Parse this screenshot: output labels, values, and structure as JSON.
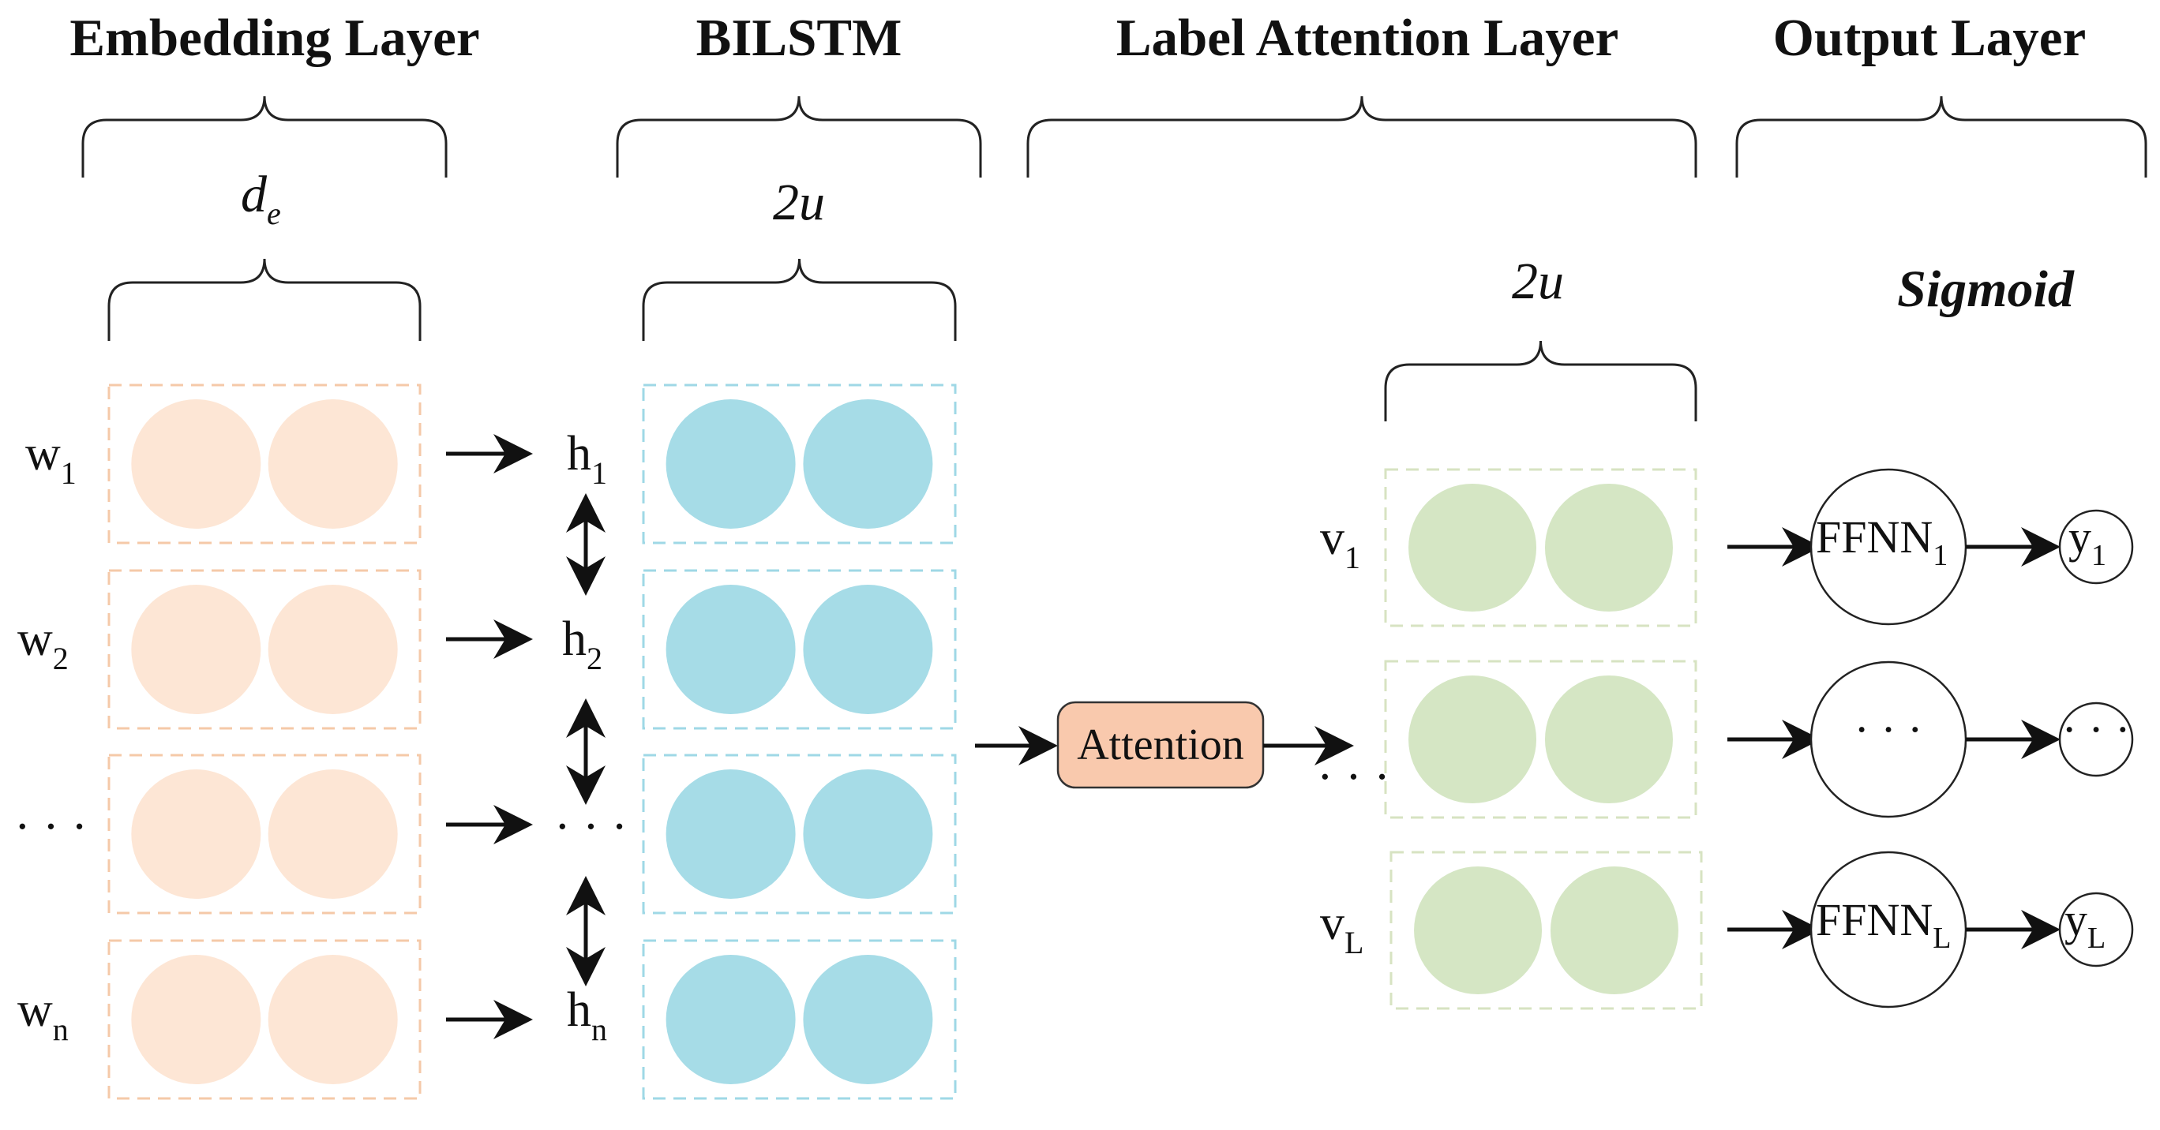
{
  "titles": {
    "embedding": "Embedding Layer",
    "bilstm": "BILSTM",
    "label_attention": "Label Attention Layer",
    "output": "Output Layer"
  },
  "dims": {
    "embedding_d": "d",
    "embedding_d_sub": "e",
    "bilstm_dim": "2u",
    "label_dim": "2u",
    "output_activation": "Sigmoid"
  },
  "inputs": {
    "w1": "w",
    "w1_sub": "1",
    "w2": "w",
    "w2_sub": "2",
    "w_ellipsis": "· · ·",
    "wn": "w",
    "wn_sub": "n"
  },
  "hidden": {
    "h1": "h",
    "h1_sub": "1",
    "h2": "h",
    "h2_sub": "2",
    "h_ellipsis": "· · ·",
    "hn": "h",
    "hn_sub": "n"
  },
  "attention": {
    "label": "Attention"
  },
  "label_vectors": {
    "v1": "v",
    "v1_sub": "1",
    "v_ellipsis": "· · ·",
    "vL": "v",
    "vL_sub": "L"
  },
  "ffnn": {
    "f1": "FFNN",
    "f1_sub": "1",
    "f_ellipsis": "· · ·",
    "fL": "FFNN",
    "fL_sub": "L"
  },
  "outputs": {
    "y1": "y",
    "y1_sub": "1",
    "y_ellipsis": "· · ·",
    "yL": "y",
    "yL_sub": "L"
  },
  "colors": {
    "embedding_fill": "#fde6d5",
    "embedding_border": "#f5c9a8",
    "bilstm_fill": "#a6dce7",
    "bilstm_border": "#9fd8e6",
    "label_fill": "#d5e6c4",
    "label_border": "#d7e3c2",
    "attention_fill": "#f9c9ad",
    "attention_border": "#333333"
  }
}
